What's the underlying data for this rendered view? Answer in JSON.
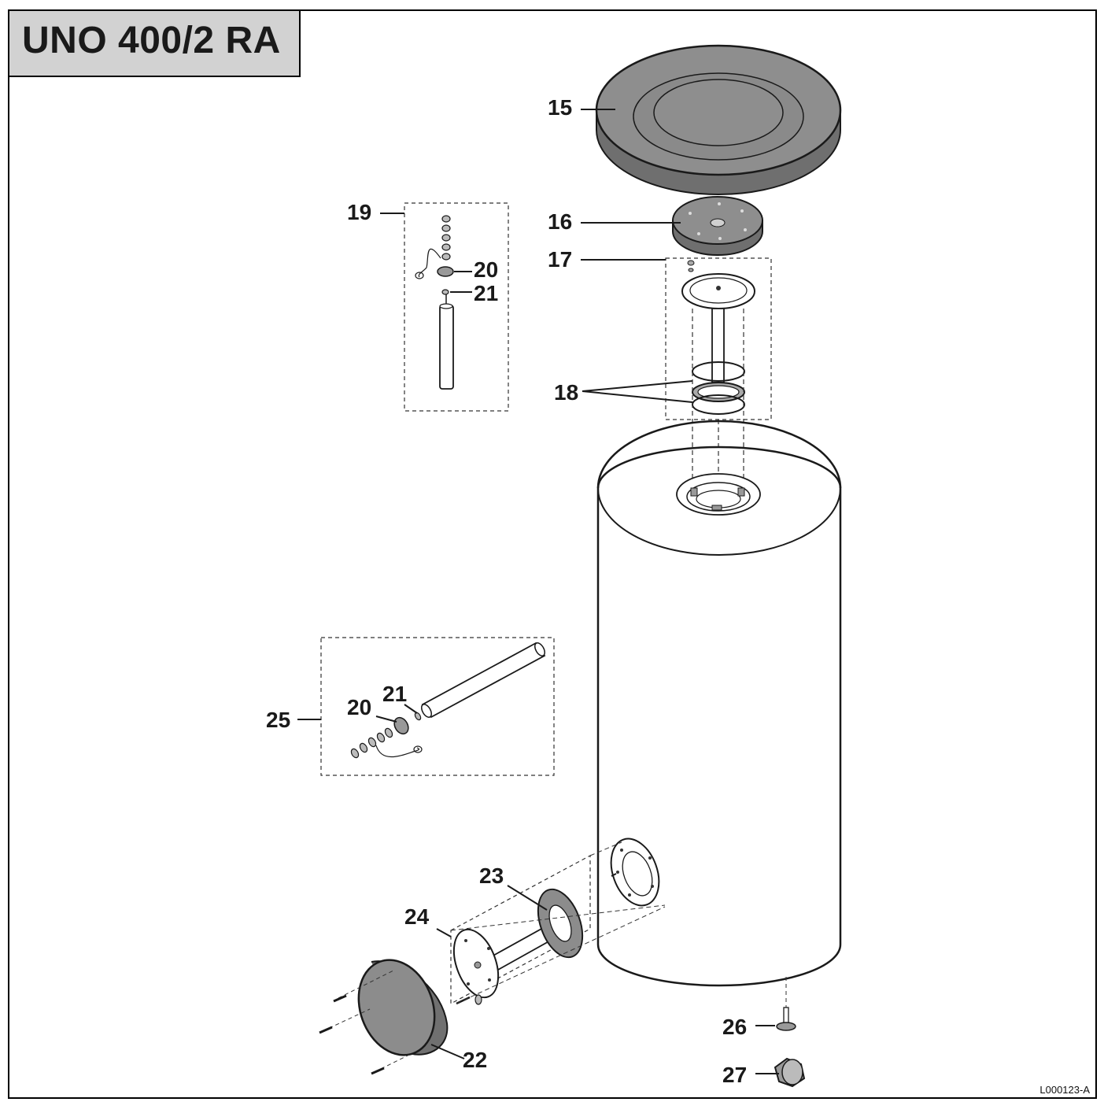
{
  "title": "UNO 400/2 RA",
  "drawing_code": "L000123-A",
  "callouts": {
    "c15": "15",
    "c16": "16",
    "c17": "17",
    "c18": "18",
    "c19": "19",
    "c20a": "20",
    "c21a": "21",
    "c20b": "20",
    "c21b": "21",
    "c22": "22",
    "c23": "23",
    "c24": "24",
    "c25": "25",
    "c26": "26",
    "c27": "27"
  },
  "colors": {
    "line": "#1a1a1a",
    "part_fill": "#8c8c8c",
    "title_bg": "#d2d2d2"
  }
}
